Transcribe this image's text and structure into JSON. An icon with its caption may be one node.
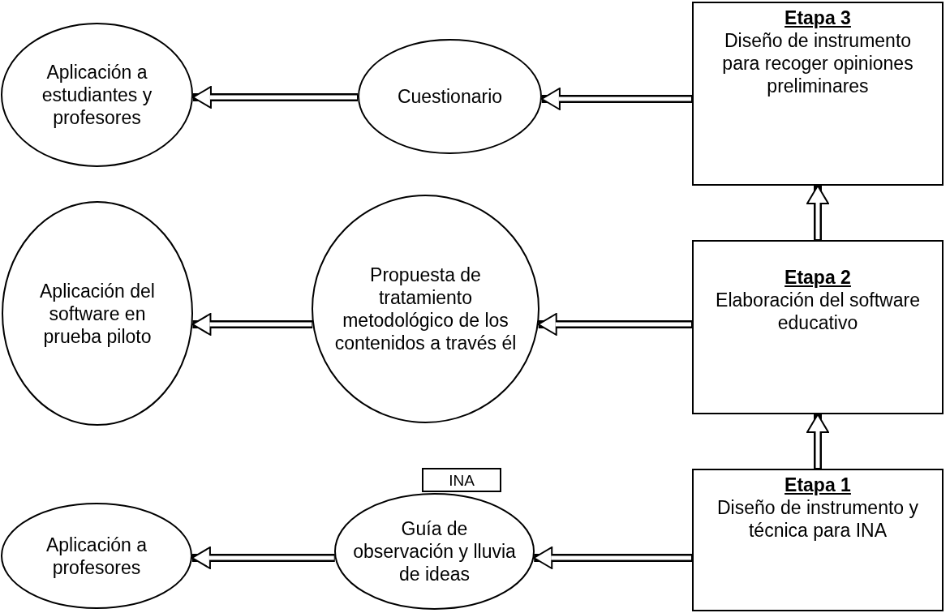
{
  "diagram": {
    "nodes": [
      {
        "text": [
          "Etapa 3",
          "Diseño de instrumento para recoger opiniones preliminares"
        ]
      },
      {
        "text": [
          "Cuestionario"
        ]
      },
      {
        "text": [
          "Aplicación a estudiantes y profesores"
        ]
      },
      {
        "text": [
          "Etapa 2",
          "Elaboración del software educativo"
        ]
      },
      {
        "text": [
          "Propuesta de tratamiento metodológico de los contenidos a través él"
        ]
      },
      {
        "text": [
          "Aplicación del software en prueba piloto"
        ]
      },
      {
        "text": [
          "INA"
        ]
      },
      {
        "text": [
          "Etapa 1",
          "Diseño de instrumento y técnica para INA"
        ]
      },
      {
        "text": [
          "Guía de observación y lluvia de ideas"
        ]
      },
      {
        "text": [
          "Aplicación a profesores"
        ]
      }
    ],
    "edges": [
      {
        "from": 0,
        "to": 1,
        "arrow": "to"
      },
      {
        "from": 1,
        "to": 2,
        "arrow": "to"
      },
      {
        "from": 3,
        "to": 4,
        "arrow": "to"
      },
      {
        "from": 4,
        "to": 5,
        "arrow": "to"
      },
      {
        "from": 7,
        "to": 8,
        "arrow": "to"
      },
      {
        "from": 8,
        "to": 9,
        "arrow": "to"
      },
      {
        "from": 7,
        "to": 3,
        "arrow": "to"
      },
      {
        "from": 3,
        "to": 0,
        "arrow": "to"
      }
    ]
  }
}
